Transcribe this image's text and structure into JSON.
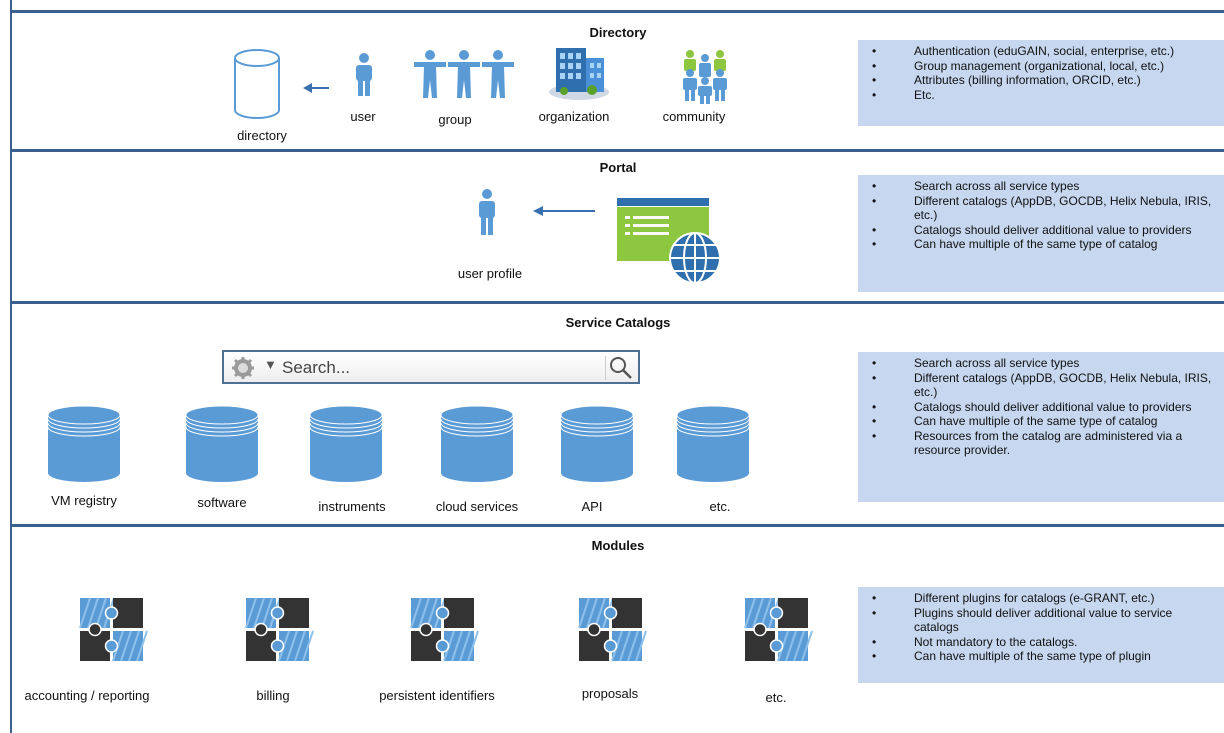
{
  "sections": {
    "directory": {
      "title": "Directory",
      "labels": {
        "directory": "directory",
        "user": "user",
        "group": "group",
        "organization": "organization",
        "community": "community"
      },
      "notes": [
        "Authentication (eduGAIN, social, enterprise, etc.)",
        "Group management (organizational, local, etc.)",
        "Attributes (billing information, ORCID, etc.)",
        "Etc."
      ]
    },
    "portal": {
      "title": "Portal",
      "labels": {
        "user_profile": "user profile"
      },
      "notes": [
        "Search across all service types",
        "Different catalogs (AppDB, GOCDB, Helix Nebula, IRIS, etc.)",
        "Catalogs should deliver additional value to providers",
        "Can have multiple of the same type of catalog"
      ]
    },
    "catalogs": {
      "title": "Service Catalogs",
      "search_placeholder": "Search...",
      "items": [
        "VM registry",
        "software",
        "instruments",
        "cloud services",
        "API",
        "etc."
      ],
      "notes": [
        "Search across all service types",
        "Different catalogs (AppDB, GOCDB, Helix Nebula, IRIS, etc.)",
        "Catalogs should deliver additional value to providers",
        "Can have multiple of the same type of catalog",
        "Resources from the catalog are administered via a resource provider."
      ]
    },
    "modules": {
      "title": "Modules",
      "items": [
        "accounting / reporting",
        "billing",
        "persistent identifiers",
        "proposals",
        "etc."
      ],
      "notes": [
        "Different plugins for catalogs (e-GRANT, etc.)",
        "Plugins should deliver additional value to service catalogs",
        "Not mandatory to the catalogs.",
        "Can have multiple of the same type of plugin"
      ]
    }
  },
  "icons": [
    "database-icon",
    "user-icon",
    "group-icon",
    "organization-icon",
    "community-icon",
    "catalog-web-icon",
    "gear-icon",
    "search-icon",
    "puzzle-icon"
  ],
  "colors": {
    "frame": "#3a5f8f",
    "note_bg": "#c6d7ef",
    "icon_blue": "#5b9bd5",
    "green": "#8dc63f",
    "puzzle_dark": "#333333"
  }
}
